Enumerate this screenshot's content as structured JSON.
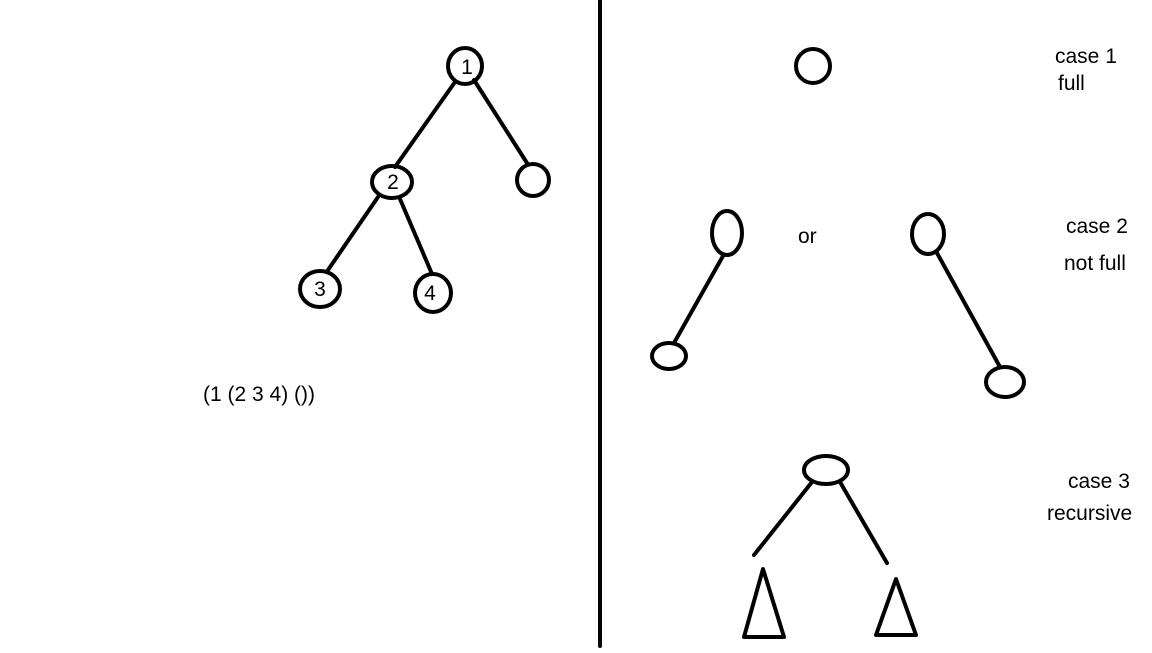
{
  "diagram": {
    "example_tree": {
      "nodes": [
        {
          "label": "1"
        },
        {
          "label": "2"
        },
        {
          "label": ""
        },
        {
          "label": "3"
        },
        {
          "label": "4"
        }
      ],
      "notation": "(1 (2 3 4) ())"
    },
    "cases": [
      {
        "title": "case 1",
        "subtitle": "full"
      },
      {
        "title": "case 2",
        "subtitle": "not full",
        "connector": "or"
      },
      {
        "title": "case 3",
        "subtitle": "recursive"
      }
    ]
  }
}
